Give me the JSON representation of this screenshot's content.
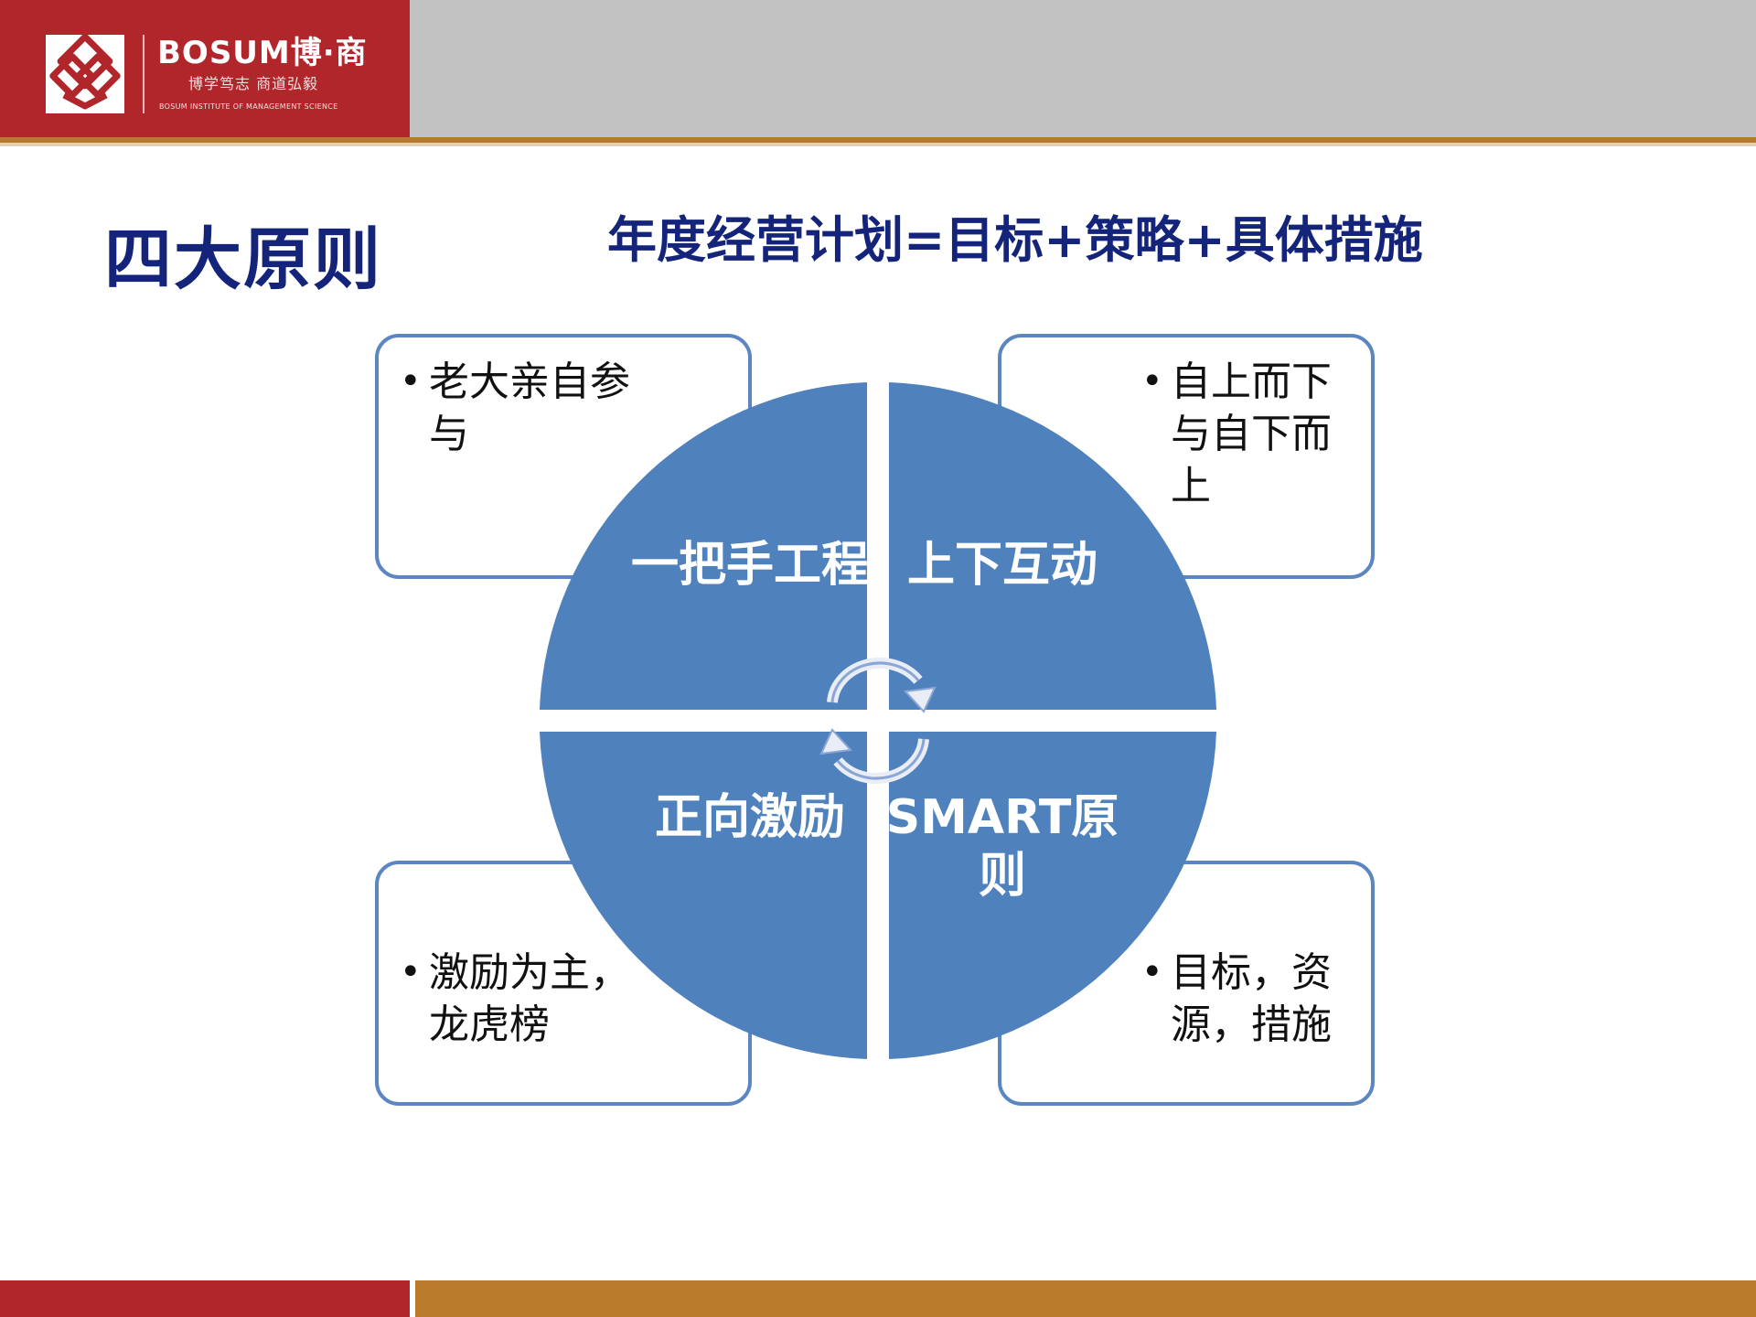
{
  "header": {
    "brand_en": "BOSUM博·商",
    "motto": "博学笃志 商道弘毅",
    "institute": "BOSUM INSTITUTE OF MANAGEMENT SCIENCE"
  },
  "title": "四大原则",
  "formula": "年度经营计划=目标+策略+具体措施",
  "quadrants": {
    "top_left": "一把手工程",
    "top_right": "上下互动",
    "bottom_left": "正向激励",
    "bottom_right": "SMART原则"
  },
  "boxes": {
    "top_left": "老大亲自参与",
    "top_right": "自上而下与自下而上",
    "bottom_left": "激励为主，龙虎榜",
    "bottom_right": "目标，资源，措施"
  },
  "bullet": "•",
  "colors": {
    "quadrant_fill": "#4f81bd",
    "box_border": "#5b86c0",
    "title": "#13247a",
    "header_red": "#b1262b",
    "header_gray": "#c2c2c2",
    "footer_gold": "#b97a2b"
  }
}
